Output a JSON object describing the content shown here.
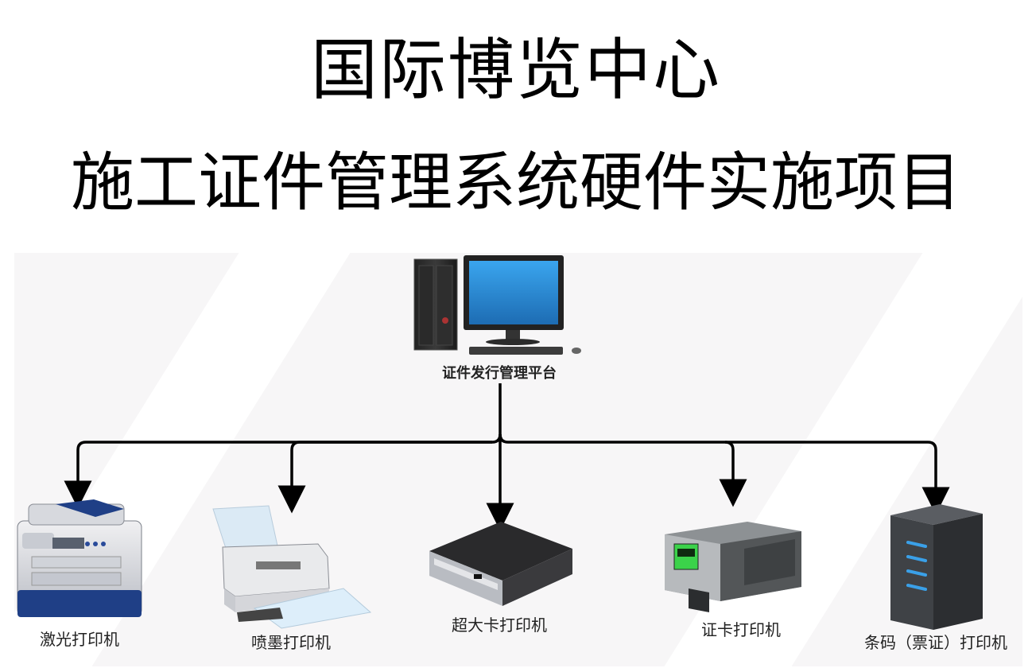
{
  "title_line1": "国际博览中心",
  "title_line2": "施工证件管理系统硬件实施项目",
  "platform": {
    "label": "证件发行管理平台",
    "icon": "desktop-computer-icon"
  },
  "devices": [
    {
      "id": "laser",
      "label": "激光打印机",
      "icon": "laser-printer-icon"
    },
    {
      "id": "inkjet",
      "label": "喷墨打印机",
      "icon": "inkjet-printer-icon"
    },
    {
      "id": "oversize",
      "label": "超大卡打印机",
      "icon": "oversize-card-printer-icon"
    },
    {
      "id": "card",
      "label": "证卡打印机",
      "icon": "card-printer-icon"
    },
    {
      "id": "barcode",
      "label": "条码（票证）打印机",
      "icon": "barcode-printer-icon"
    }
  ],
  "colors": {
    "line": "#000000",
    "monitor_screen": "#2f8fd8",
    "server_light": "#3aa0e8"
  }
}
